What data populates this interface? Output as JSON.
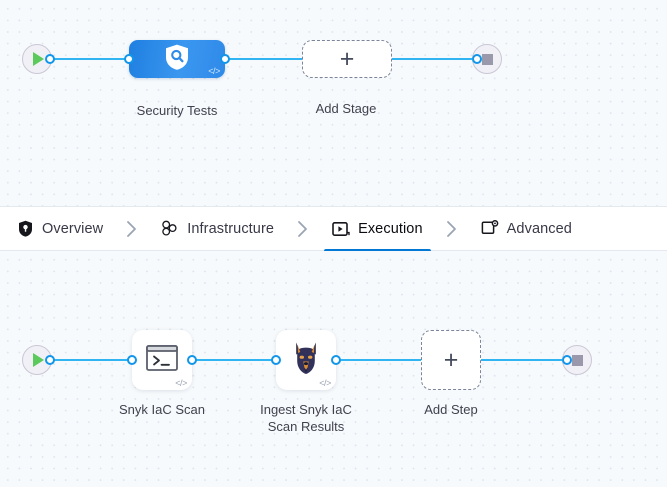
{
  "canvas_top": {
    "start_node": {
      "name": "pipeline-start",
      "icon": "play-icon"
    },
    "end_node": {
      "name": "pipeline-end",
      "icon": "stop-icon"
    },
    "nodes": [
      {
        "id": "security-tests",
        "label": "Security Tests",
        "type": "stage",
        "icon": "shield-search-icon",
        "badge": "</>"
      },
      {
        "id": "add-stage",
        "label": "Add Stage",
        "type": "add",
        "icon": "plus-icon"
      }
    ]
  },
  "tabs": {
    "items": [
      {
        "id": "overview",
        "label": "Overview",
        "icon": "shield-overview-icon",
        "active": false
      },
      {
        "id": "infrastructure",
        "label": "Infrastructure",
        "icon": "infrastructure-nodes-icon",
        "active": false
      },
      {
        "id": "execution",
        "label": "Execution",
        "icon": "execution-play-box-icon",
        "active": true
      },
      {
        "id": "advanced",
        "label": "Advanced",
        "icon": "advanced-gear-card-icon",
        "active": false
      }
    ],
    "separator_icon": "chevron-right-icon",
    "active_underline_color": "#0278d5"
  },
  "canvas_bottom": {
    "start_node": {
      "name": "execution-start",
      "icon": "play-icon"
    },
    "end_node": {
      "name": "execution-end",
      "icon": "stop-icon"
    },
    "nodes": [
      {
        "id": "snyk-iac-scan",
        "label": "Snyk IaC Scan",
        "type": "step",
        "icon": "terminal-icon",
        "badge": "</>"
      },
      {
        "id": "ingest-snyk-iac-scan-results",
        "label": "Ingest Snyk IaC\nScan Results",
        "type": "step",
        "icon": "snyk-doberman-icon",
        "badge": "</>"
      },
      {
        "id": "add-step",
        "label": "Add Step",
        "type": "add",
        "icon": "plus-icon"
      }
    ]
  },
  "colors": {
    "edge": "#30b5f2",
    "port_border": "#1196ea",
    "stage_gradient_start": "#1f7fe0",
    "stage_gradient_end": "#2f8ae8",
    "play_green": "#5cc95c",
    "stop_gray": "#9a99ab",
    "canvas_bg": "#f7fafc",
    "dot_grid": "#dfe6ee"
  }
}
